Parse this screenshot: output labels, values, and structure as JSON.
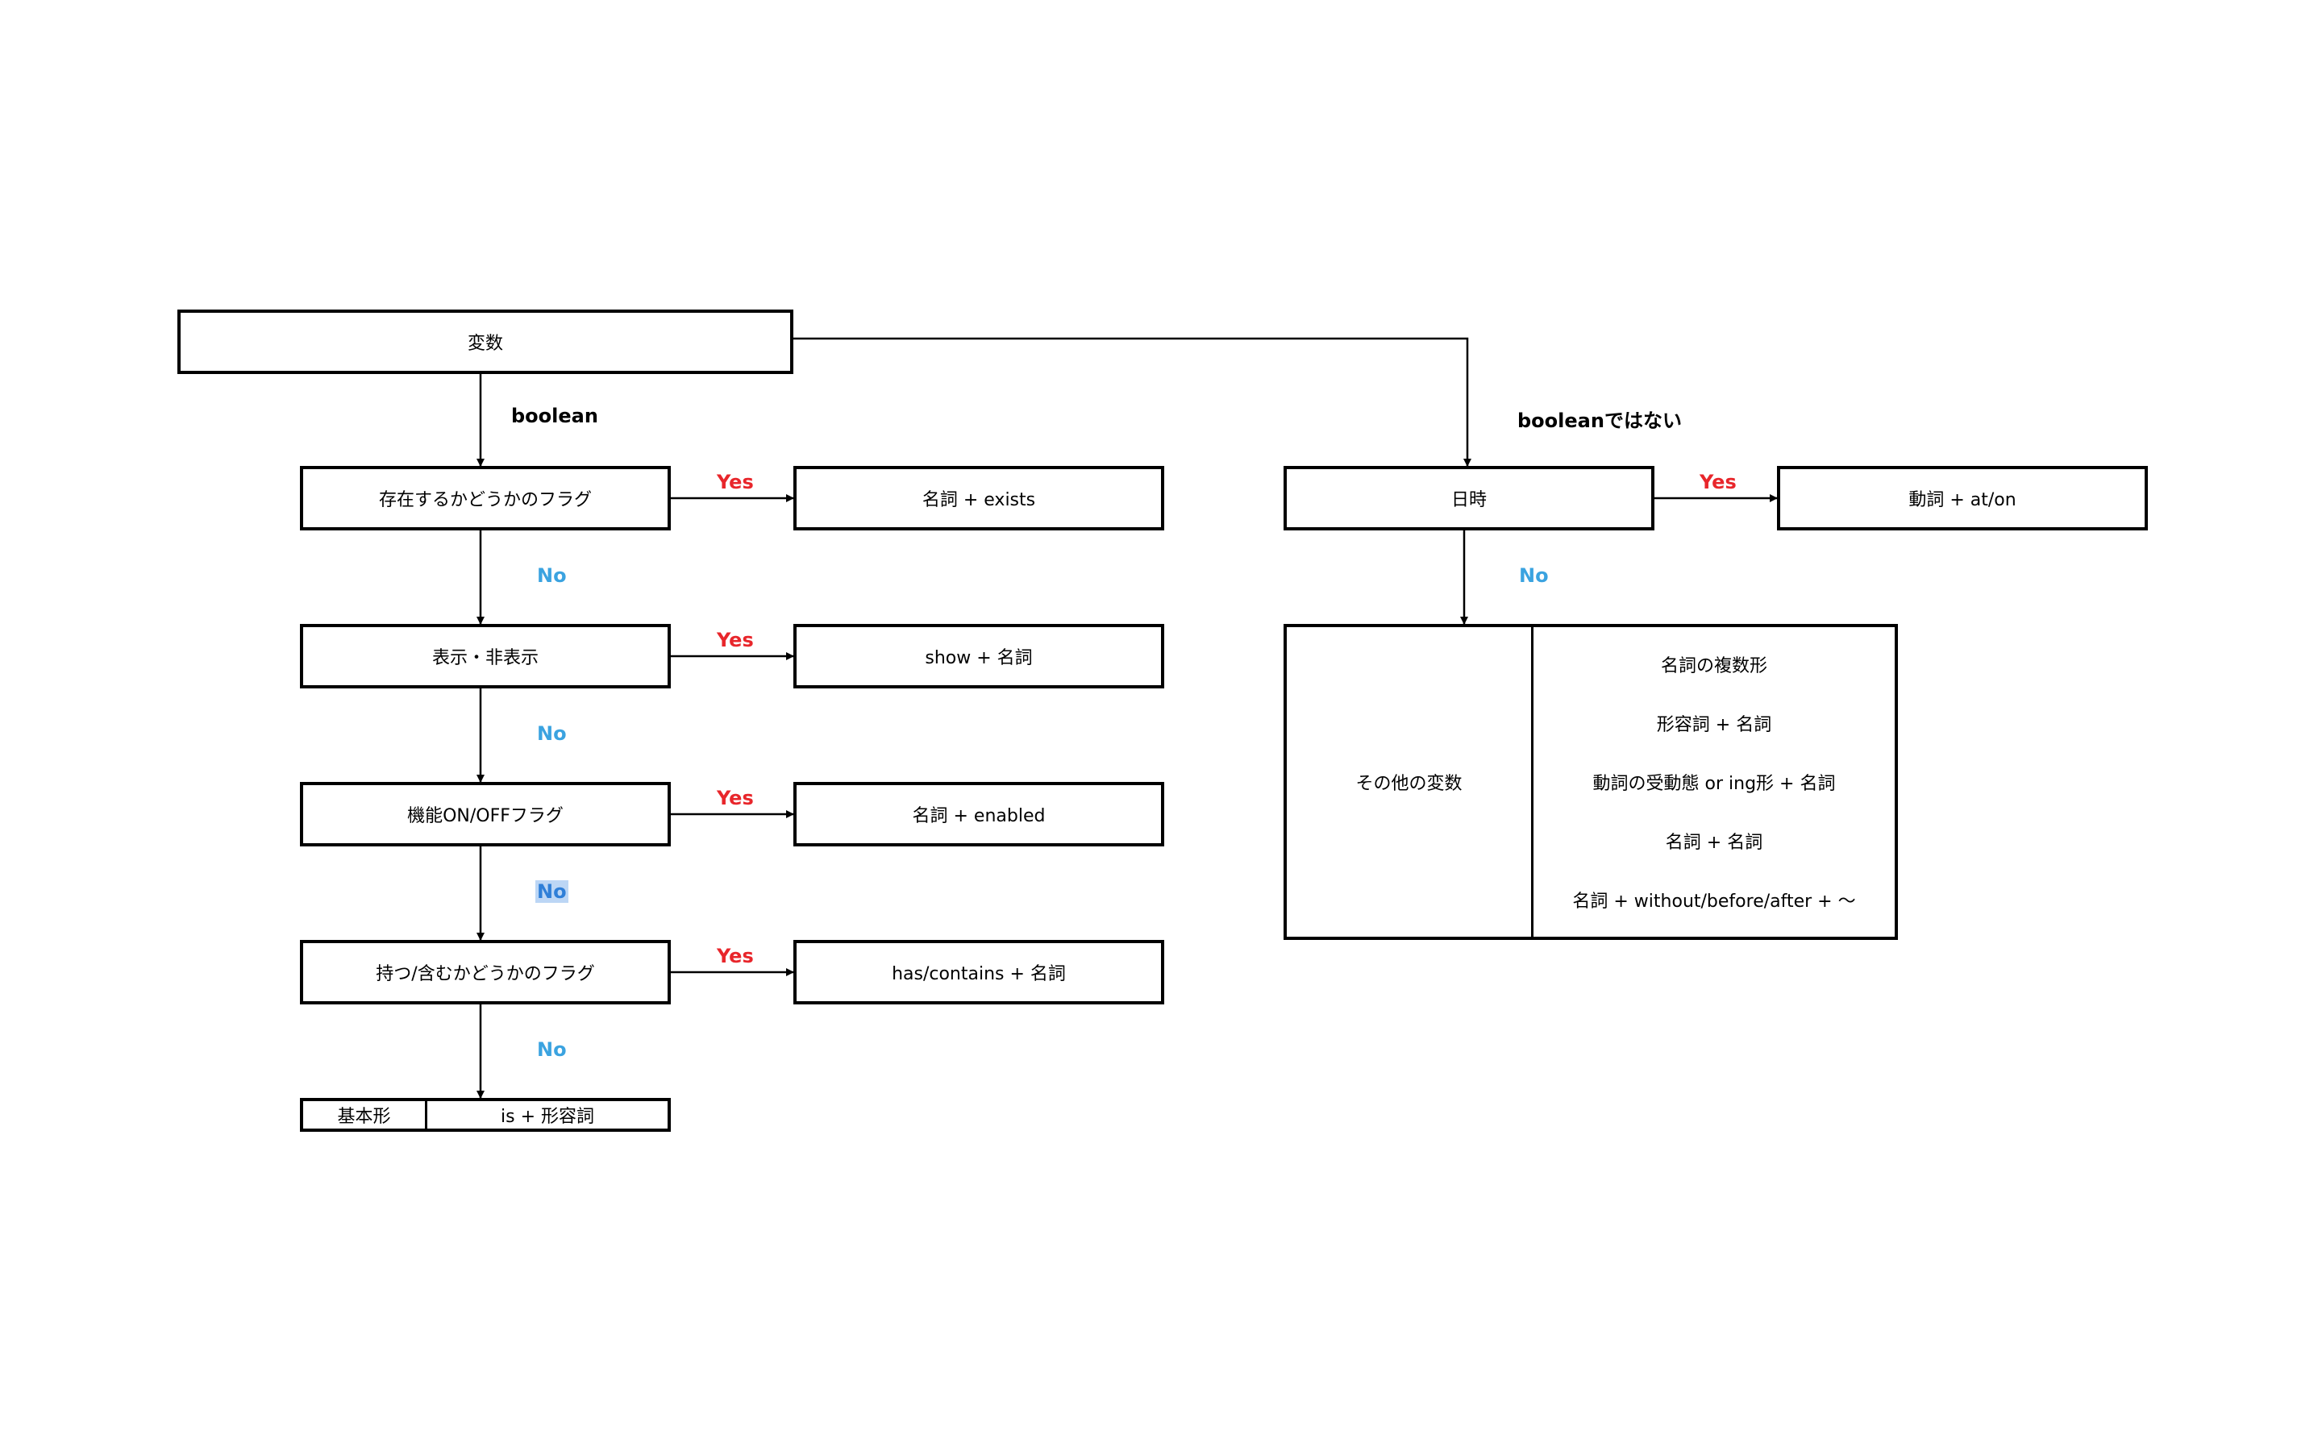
{
  "root": {
    "label": "変数"
  },
  "branches": {
    "boolean": "boolean",
    "non_boolean": "booleanではない"
  },
  "yes_label": "Yes",
  "no_label": "No",
  "boolean_flow": [
    {
      "question": "存在するかどうかのフラグ",
      "answer": "名詞 + exists"
    },
    {
      "question": "表示・非表示",
      "answer": "show + 名詞"
    },
    {
      "question": "機能ON/OFFフラグ",
      "answer": "名詞 + enabled"
    },
    {
      "question": "持つ/含むかどうかのフラグ",
      "answer": "has/contains + 名詞"
    }
  ],
  "boolean_default": {
    "label": "基本形",
    "value": "is + 形容詞"
  },
  "non_boolean_flow": {
    "question": "日時",
    "answer": "動詞 + at/on"
  },
  "other_variables": {
    "label": "その他の変数",
    "items": [
      "名詞の複数形",
      "形容詞 + 名詞",
      "動詞の受動態 or ing形 + 名詞",
      "名詞 + 名詞",
      "名詞 + without/before/after + ～"
    ]
  },
  "colors": {
    "yes": "#e8262b",
    "no": "#3ba3e0",
    "no_highlight_bg": "#bcd6f5",
    "line": "#000000"
  }
}
